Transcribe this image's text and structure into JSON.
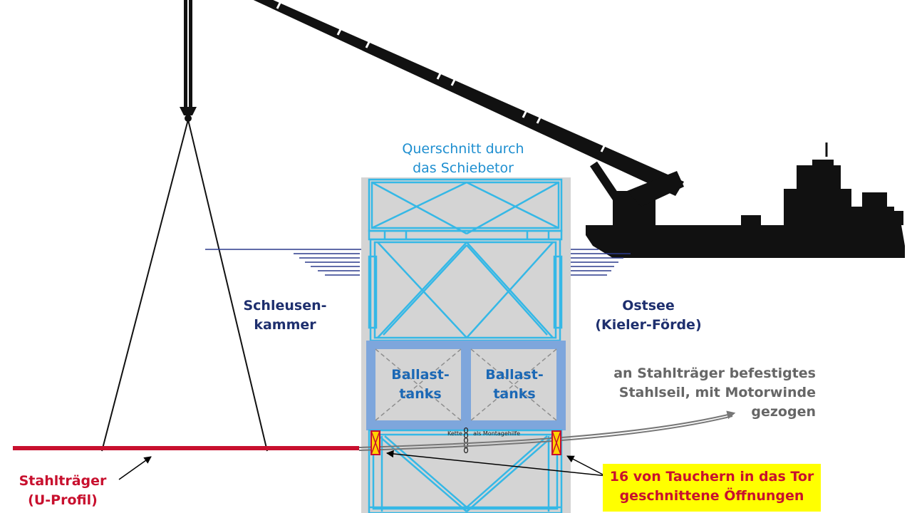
{
  "title": {
    "line1": "Querschnitt durch",
    "line2": "das Schiebetor"
  },
  "left_label": {
    "line1": "Schleusen-",
    "line2": "kammer"
  },
  "right_label": {
    "line1": "Ostsee",
    "line2": "(Kieler-Förde)"
  },
  "tanks": [
    {
      "line1": "Ballast-",
      "line2": "tanks"
    },
    {
      "line1": "Ballast-",
      "line2": "tanks"
    }
  ],
  "chain_label": {
    "word1": "Kette",
    "word2": "als Montagehilfe"
  },
  "cable_label": {
    "line1": "an  Stahlträger befestigtes",
    "line2": "Stahlseil, mit Motorwinde",
    "line3": "gezogen"
  },
  "beam_label": {
    "line1": "Stahlträger",
    "line2": "(U-Profil)"
  },
  "openings_label": {
    "line1": "16 von Tauchern in das Tor",
    "line2": "geschnittene Öffnungen"
  },
  "colors": {
    "gate_fill": "#d4d4d4",
    "truss": "#35b8e6",
    "tank_frame": "#7ea6dc",
    "water": "#2b3a8c",
    "beam": "#c8102e",
    "barge": "#111111",
    "highlight": "#ffff00"
  }
}
